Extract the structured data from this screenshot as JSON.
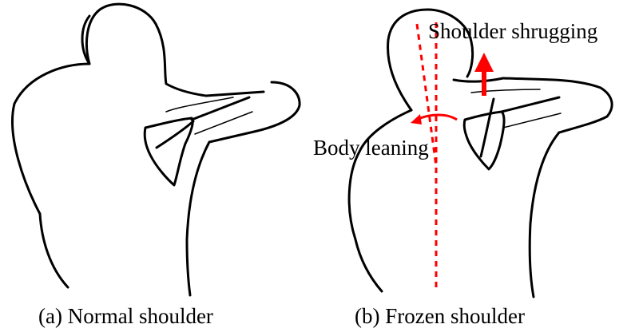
{
  "captions": {
    "normal": "(a) Normal shoulder",
    "frozen": "(b) Frozen shoulder"
  },
  "annotations": {
    "shrug": "Shoulder shrugging",
    "lean": "Body leaning"
  },
  "colors": {
    "outline": "#000000",
    "annotation": "#ff0000"
  },
  "icons": {
    "shrug_arrow": "arrow-up-icon",
    "lean_arrow": "curved-arrow-left-icon"
  }
}
